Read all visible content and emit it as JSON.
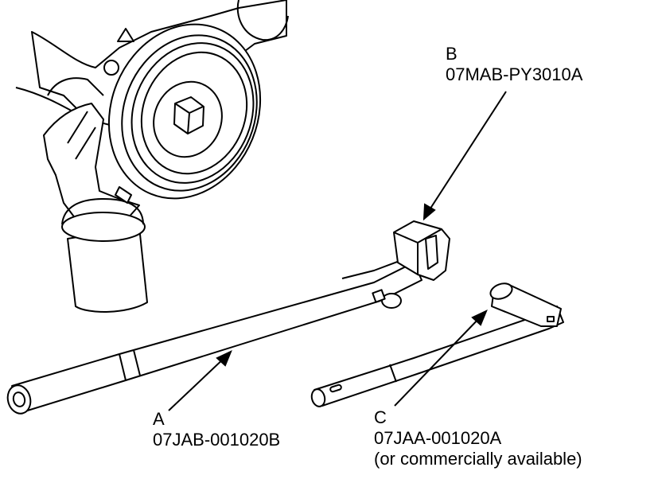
{
  "callouts": {
    "a": {
      "letter": "A",
      "part_number": "07JAB-001020B"
    },
    "b": {
      "letter": "B",
      "part_number": "07MAB-PY3010A"
    },
    "c": {
      "letter": "C",
      "part_number": "07JAA-001020A",
      "note": "(or commercially available)"
    }
  },
  "colors": {
    "ink": "#000000",
    "paper": "#ffffff"
  }
}
